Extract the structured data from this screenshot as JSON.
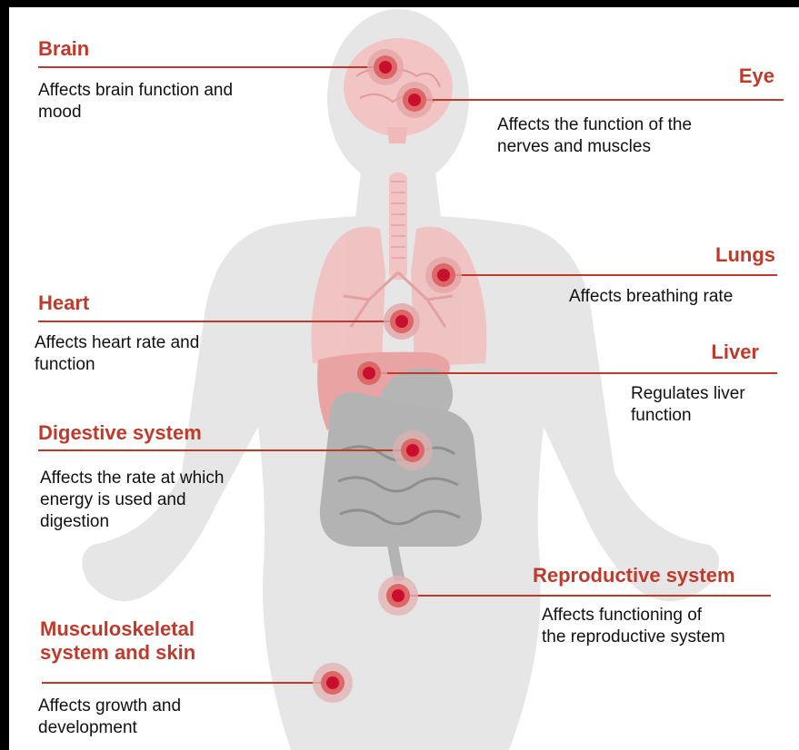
{
  "colors": {
    "accent": "#c0392b",
    "marker": "#c8102e",
    "body": "#e5e5e5",
    "organ_highlight": "#f2b8b8",
    "gut": "#a9a9a9",
    "text": "#111111"
  },
  "labels": {
    "brain": {
      "title": "Brain",
      "desc": "Affects brain function and\nmood"
    },
    "eye": {
      "title": "Eye",
      "desc": "Affects the function of the\nnerves and muscles"
    },
    "lungs": {
      "title": "Lungs",
      "desc": "Affects breathing rate"
    },
    "heart": {
      "title": "Heart",
      "desc": "Affects heart rate and\nfunction"
    },
    "liver": {
      "title": "Liver",
      "desc": "Regulates liver\nfunction"
    },
    "digestive": {
      "title": "Digestive system",
      "desc": "Affects the rate at which\nenergy is used and\ndigestion"
    },
    "reproductive": {
      "title": "Reproductive system",
      "desc": "Affects functioning of\nthe reproductive system"
    },
    "musculoskeletal": {
      "title": "Musculoskeletal\nsystem and skin",
      "desc": "Affects growth and\ndevelopment"
    }
  }
}
